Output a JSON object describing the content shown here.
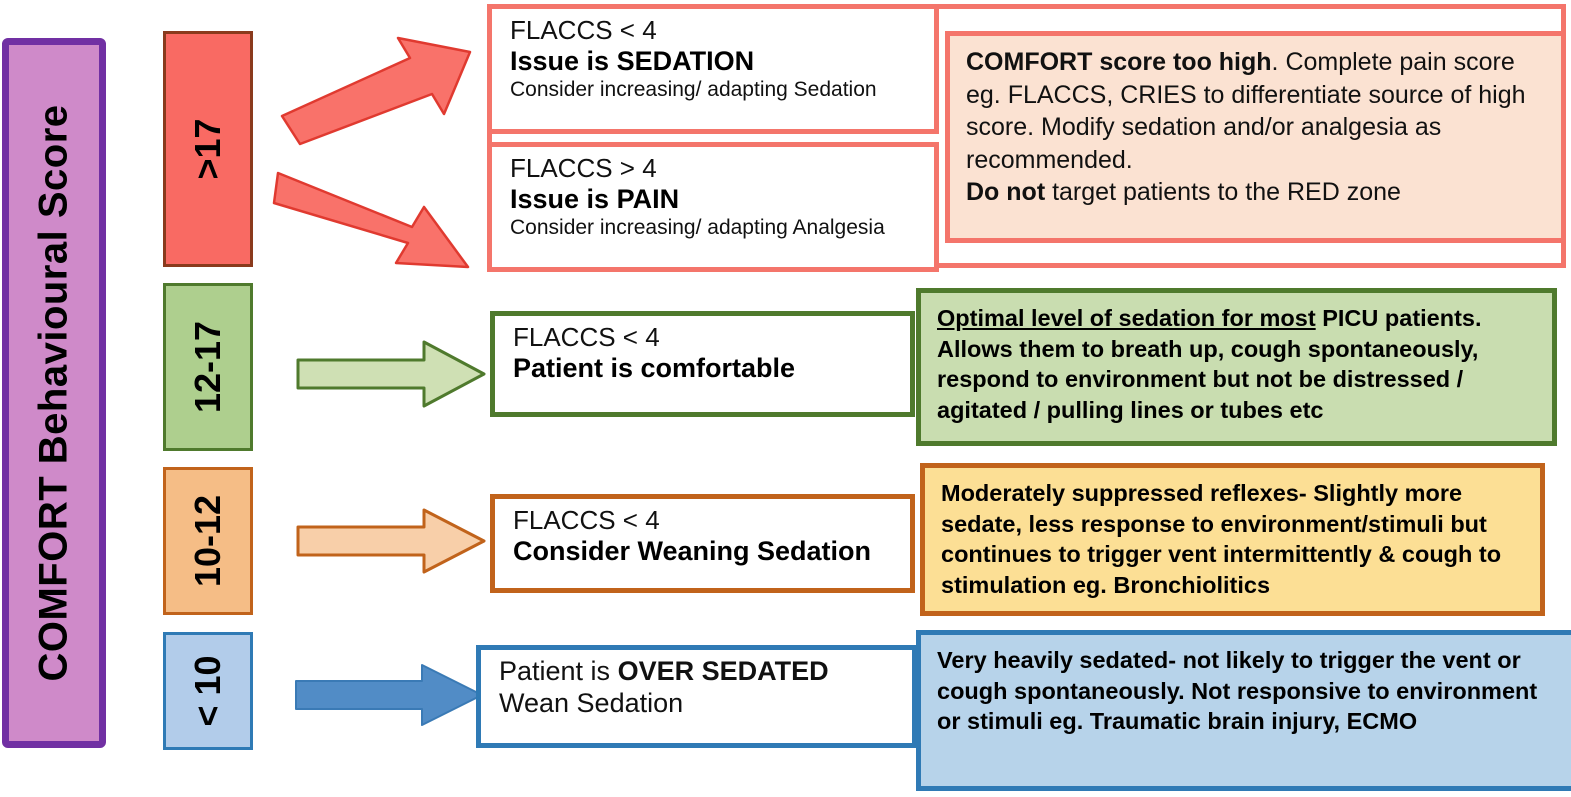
{
  "title_bar": {
    "label": "COMFORT  Behavioural  Score",
    "color": "#cf8ac9",
    "border_color": "#7130a3"
  },
  "rows": [
    {
      "score": ">17",
      "chip_color": "#f96a63",
      "chip_border": "#8a3a1d",
      "arrow_color": "#f4756b",
      "cards": [
        {
          "line1": "FLACCS < 4",
          "line2": "Issue is SEDATION",
          "line3": "Consider increasing/ adapting Sedation"
        },
        {
          "line1": "FLACCS > 4",
          "line2": "Issue is PAIN",
          "line3": "Consider increasing/ adapting Analgesia"
        }
      ],
      "info": {
        "bold_lead": "COMFORT score too high",
        "text": ". Complete pain score eg. FLACCS, CRIES to differentiate source of high score. Modify sedation and/or analgesia as recommended.",
        "bold_tail": "Do not",
        "text_tail": " target patients to the RED zone",
        "bg": "#fbe2d2",
        "border": "#f4756b"
      }
    },
    {
      "score": "12-17",
      "chip_color": "#aecf8e",
      "chip_border": "#4f7a2d",
      "arrow_color": "#c9ddb0",
      "cards": [
        {
          "line1": "FLACCS < 4",
          "line2": "Patient is comfortable",
          "line3": ""
        }
      ],
      "info": {
        "underline_lead": "Optimal level of sedation for most",
        "text": " PICU patients. Allows them to breath up, cough spontaneously, respond to environment but not be distressed / agitated / pulling lines or tubes etc",
        "bg": "#c9ddb0",
        "border": "#4f7a2d"
      }
    },
    {
      "score": "10-12",
      "chip_color": "#f5bd86",
      "chip_border": "#c1631b",
      "arrow_color": "#f8cfa9",
      "cards": [
        {
          "line1": "FLACCS < 4",
          "line2": "Consider Weaning Sedation",
          "line3": ""
        }
      ],
      "info": {
        "text": "Moderately suppressed reflexes- Slightly more sedate, less response to environment/stimuli but continues to trigger vent intermittently & cough to stimulation eg. Bronchiolitics",
        "bg": "#fcdf95",
        "border": "#c1631b"
      }
    },
    {
      "score": "< 10",
      "chip_color": "#b2ccea",
      "chip_border": "#2f7ab5",
      "arrow_color": "#518cc6",
      "cards": [
        {
          "line1": "",
          "line2_prefix": "Patient is ",
          "line2_bold": "OVER SEDATED",
          "line3": "Wean Sedation"
        }
      ],
      "info": {
        "text": "Very heavily sedated- not likely to trigger the vent or cough spontaneously. Not responsive to environment or stimuli eg. Traumatic brain injury, ECMO",
        "bg": "#b7d3ea",
        "border": "#2f7ab5"
      }
    }
  ]
}
